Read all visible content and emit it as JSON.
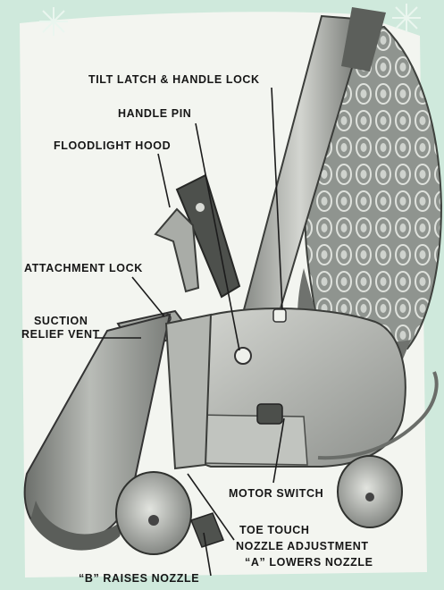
{
  "labels": {
    "tilt_latch": "TILT LATCH & HANDLE LOCK",
    "handle_pin": "HANDLE PIN",
    "floodlight_hood": "FLOODLIGHT HOOD",
    "attachment_lock": "ATTACHMENT LOCK",
    "suction_relief_vent": [
      "SUCTION",
      "RELIEF VENT"
    ],
    "motor_switch": "MOTOR SWITCH",
    "toe_touch": [
      "TOE TOUCH",
      "NOZZLE ADJUSTMENT",
      "“A” LOWERS NOZZLE"
    ],
    "b_raises": "“B” RAISES NOZZLE"
  },
  "colors": {
    "background": "#cfe9dc",
    "paper": "#f4f6f1",
    "metal_dark": "#5d5f5c",
    "metal_mid": "#8e918d",
    "metal_light": "#c9cbc6",
    "bag_fabric": "#8a8f8a",
    "text": "#161616"
  }
}
